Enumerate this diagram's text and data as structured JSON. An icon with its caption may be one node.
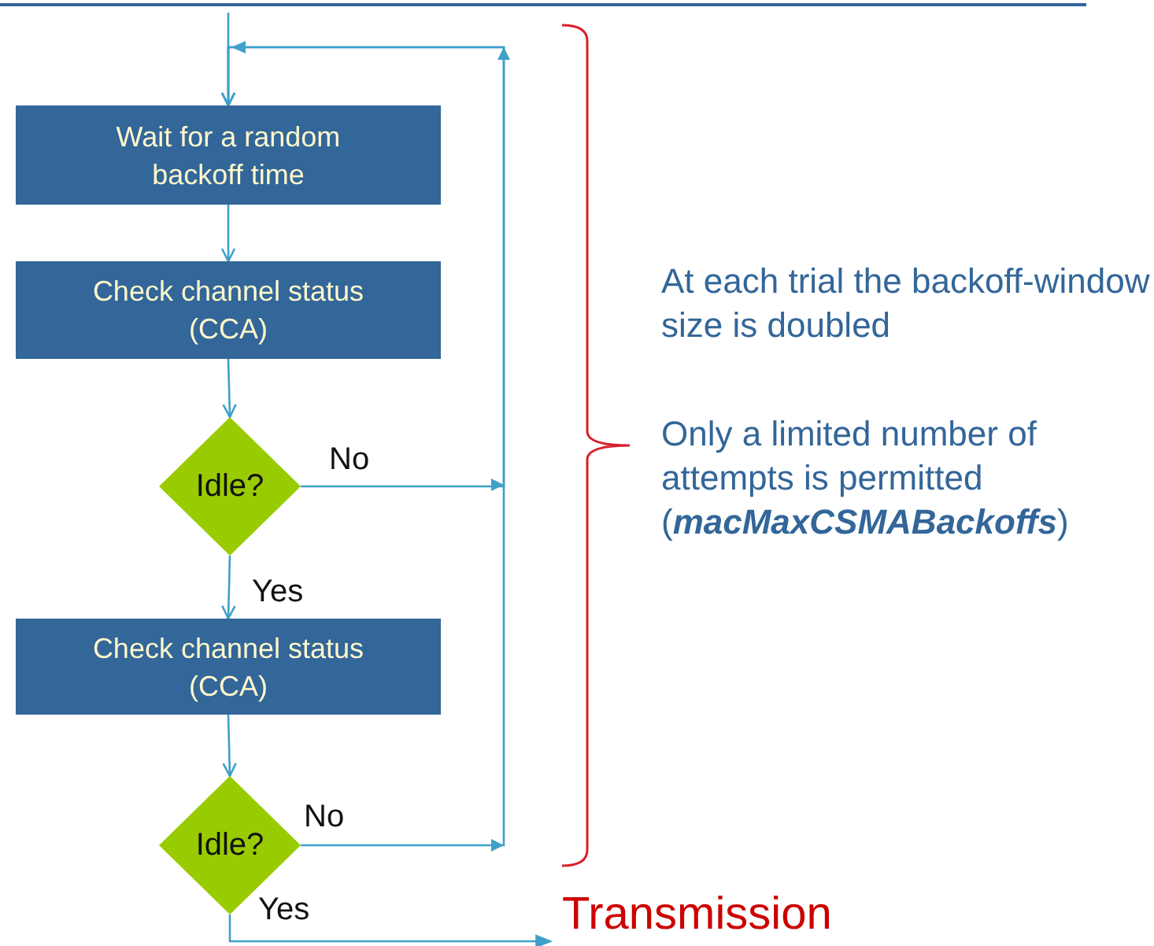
{
  "diagram": {
    "nodes": [
      {
        "text": [
          "Wait for a random backoff time"
        ]
      },
      {
        "text": [
          "Check channel status (CCA)"
        ]
      },
      {
        "text": [
          "Idle?"
        ]
      },
      {
        "text": [
          "Check channel status (CCA)"
        ]
      },
      {
        "text": [
          "Idle?"
        ]
      },
      {
        "text": [
          "Transmission"
        ]
      }
    ],
    "edges": [
      {
        "from": null,
        "to": 0,
        "arrow": "to"
      },
      {
        "from": 0,
        "to": 1,
        "arrow": "to"
      },
      {
        "from": 1,
        "to": 2,
        "arrow": "to"
      },
      {
        "from": 2,
        "to": 3,
        "arrow": "to",
        "label": "Yes"
      },
      {
        "from": 2,
        "to": 0,
        "arrow": "to",
        "label": "No"
      },
      {
        "from": 3,
        "to": 4,
        "arrow": "to"
      },
      {
        "from": 4,
        "to": 0,
        "arrow": "to",
        "label": "No"
      },
      {
        "from": 4,
        "to": 5,
        "arrow": "to",
        "label": "Yes"
      }
    ],
    "labels": [
      "At each trial the backoff-window size is doubled",
      "Only a limited number of attempts is permitted (**macMaxCSMABackoffs**)"
    ]
  }
}
